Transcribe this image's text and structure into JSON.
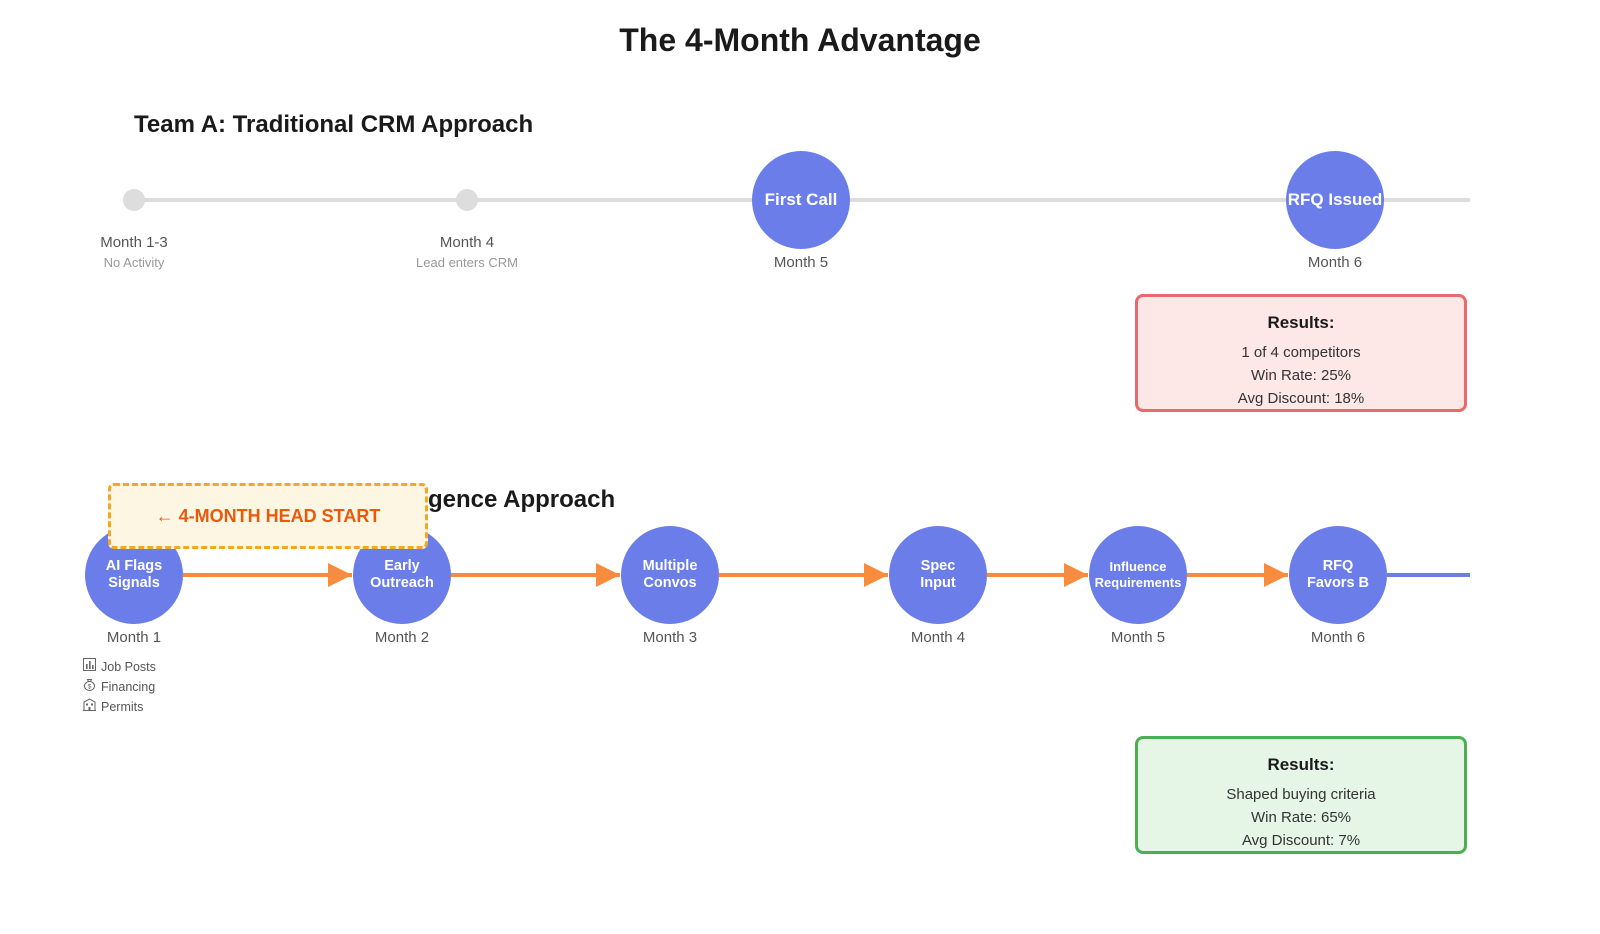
{
  "title": "The 4-Month Advantage",
  "team_a": {
    "heading": "Team A: Traditional CRM Approach",
    "milestones": [
      {
        "label": "Month 1-3",
        "sub": "No Activity"
      },
      {
        "label": "Month 4",
        "sub": "Lead enters CRM"
      },
      {
        "node": "First Call",
        "label": "Month 5"
      },
      {
        "node": "RFQ Issued",
        "label": "Month 6"
      }
    ],
    "results": {
      "title": "Results:",
      "lines": [
        "1 of 4 competitors",
        "Win Rate: 25%",
        "Avg Discount: 18%"
      ]
    }
  },
  "team_b": {
    "heading": "Team B: Intelligence Approach",
    "visible_heading_fragment": "gence Approach",
    "milestones": [
      {
        "node": "AI Flags\nSignals",
        "label": "Month 1"
      },
      {
        "node": "Early\nOutreach",
        "label": "Month 2"
      },
      {
        "node": "Multiple\nConvos",
        "label": "Month 3"
      },
      {
        "node": "Spec\nInput",
        "label": "Month 4"
      },
      {
        "node": "Influence\nRequirements",
        "label": "Month 5"
      },
      {
        "node": "RFQ\nFavors B",
        "label": "Month 6"
      }
    ],
    "signals": [
      {
        "icon": "bar-chart-icon",
        "text": "Job Posts"
      },
      {
        "icon": "money-bag-icon",
        "text": "Financing"
      },
      {
        "icon": "building-icon",
        "text": "Permits"
      }
    ],
    "headstart": "← 4-MONTH HEAD START",
    "results": {
      "title": "Results:",
      "lines": [
        "Shaped buying criteria",
        "Win Rate: 65%",
        "Avg Discount: 7%"
      ]
    }
  },
  "colors": {
    "node": "#6b7de9",
    "arrow": "#f98b3c",
    "track_a": "#dddddd",
    "track_b_tail": "#6b7de9",
    "results_a_border": "#e86a6a",
    "results_b_border": "#4caf50",
    "headstart_text": "#e8590c"
  }
}
